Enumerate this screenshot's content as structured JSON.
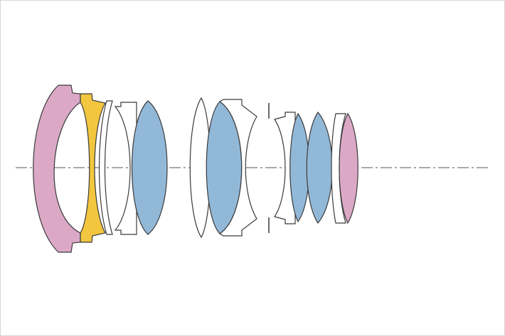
{
  "diagram": {
    "type": "optical-lens-cross-section",
    "colors": {
      "background": "#ffffff",
      "border": "#d6d6d6",
      "outline": "#3a3a3a",
      "axis": "#555555",
      "pink": "#dba9c6",
      "yellow": "#f2c63e",
      "blue": "#92b8d8",
      "clear": "#ffffff"
    },
    "elements": [
      {
        "name": "lens-element-1",
        "fill": "pink"
      },
      {
        "name": "lens-element-2",
        "fill": "yellow"
      },
      {
        "name": "lens-element-3",
        "fill": "clear"
      },
      {
        "name": "lens-element-4",
        "fill": "clear"
      },
      {
        "name": "lens-element-5",
        "fill": "blue"
      },
      {
        "name": "lens-element-6",
        "fill": "clear"
      },
      {
        "name": "lens-element-7",
        "fill": "blue"
      },
      {
        "name": "lens-element-8",
        "fill": "clear"
      },
      {
        "name": "lens-element-9",
        "fill": "clear"
      },
      {
        "name": "lens-element-10",
        "fill": "blue"
      },
      {
        "name": "lens-element-11",
        "fill": "blue"
      },
      {
        "name": "lens-element-12",
        "fill": "clear"
      },
      {
        "name": "lens-element-13",
        "fill": "pink"
      }
    ]
  }
}
